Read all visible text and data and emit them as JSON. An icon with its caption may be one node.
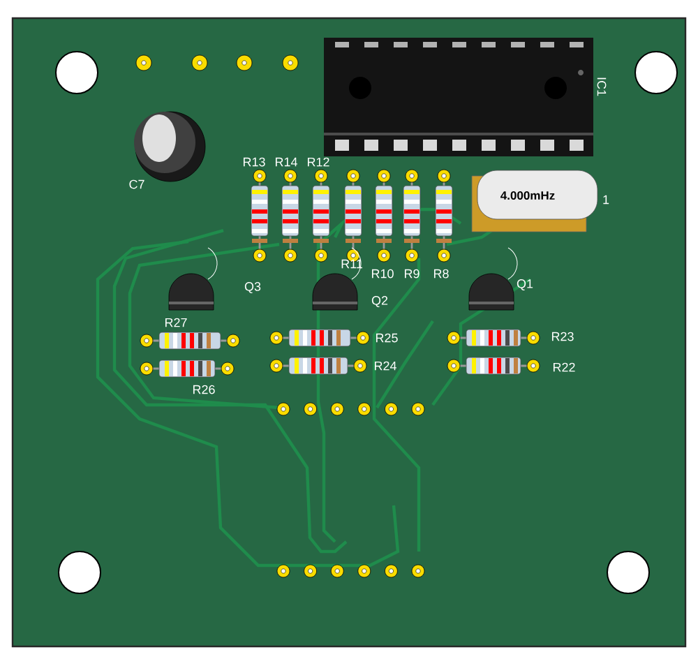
{
  "diagram": {
    "labels": [
      "IC1",
      "R13",
      "R14",
      "R12",
      "4.000mHz",
      "1",
      "C7",
      "R11",
      "R10",
      "R9",
      "R8",
      "Q3",
      "Q2",
      "Q1",
      "R27",
      "R25",
      "R23",
      "R24",
      "R22",
      "R26"
    ]
  }
}
